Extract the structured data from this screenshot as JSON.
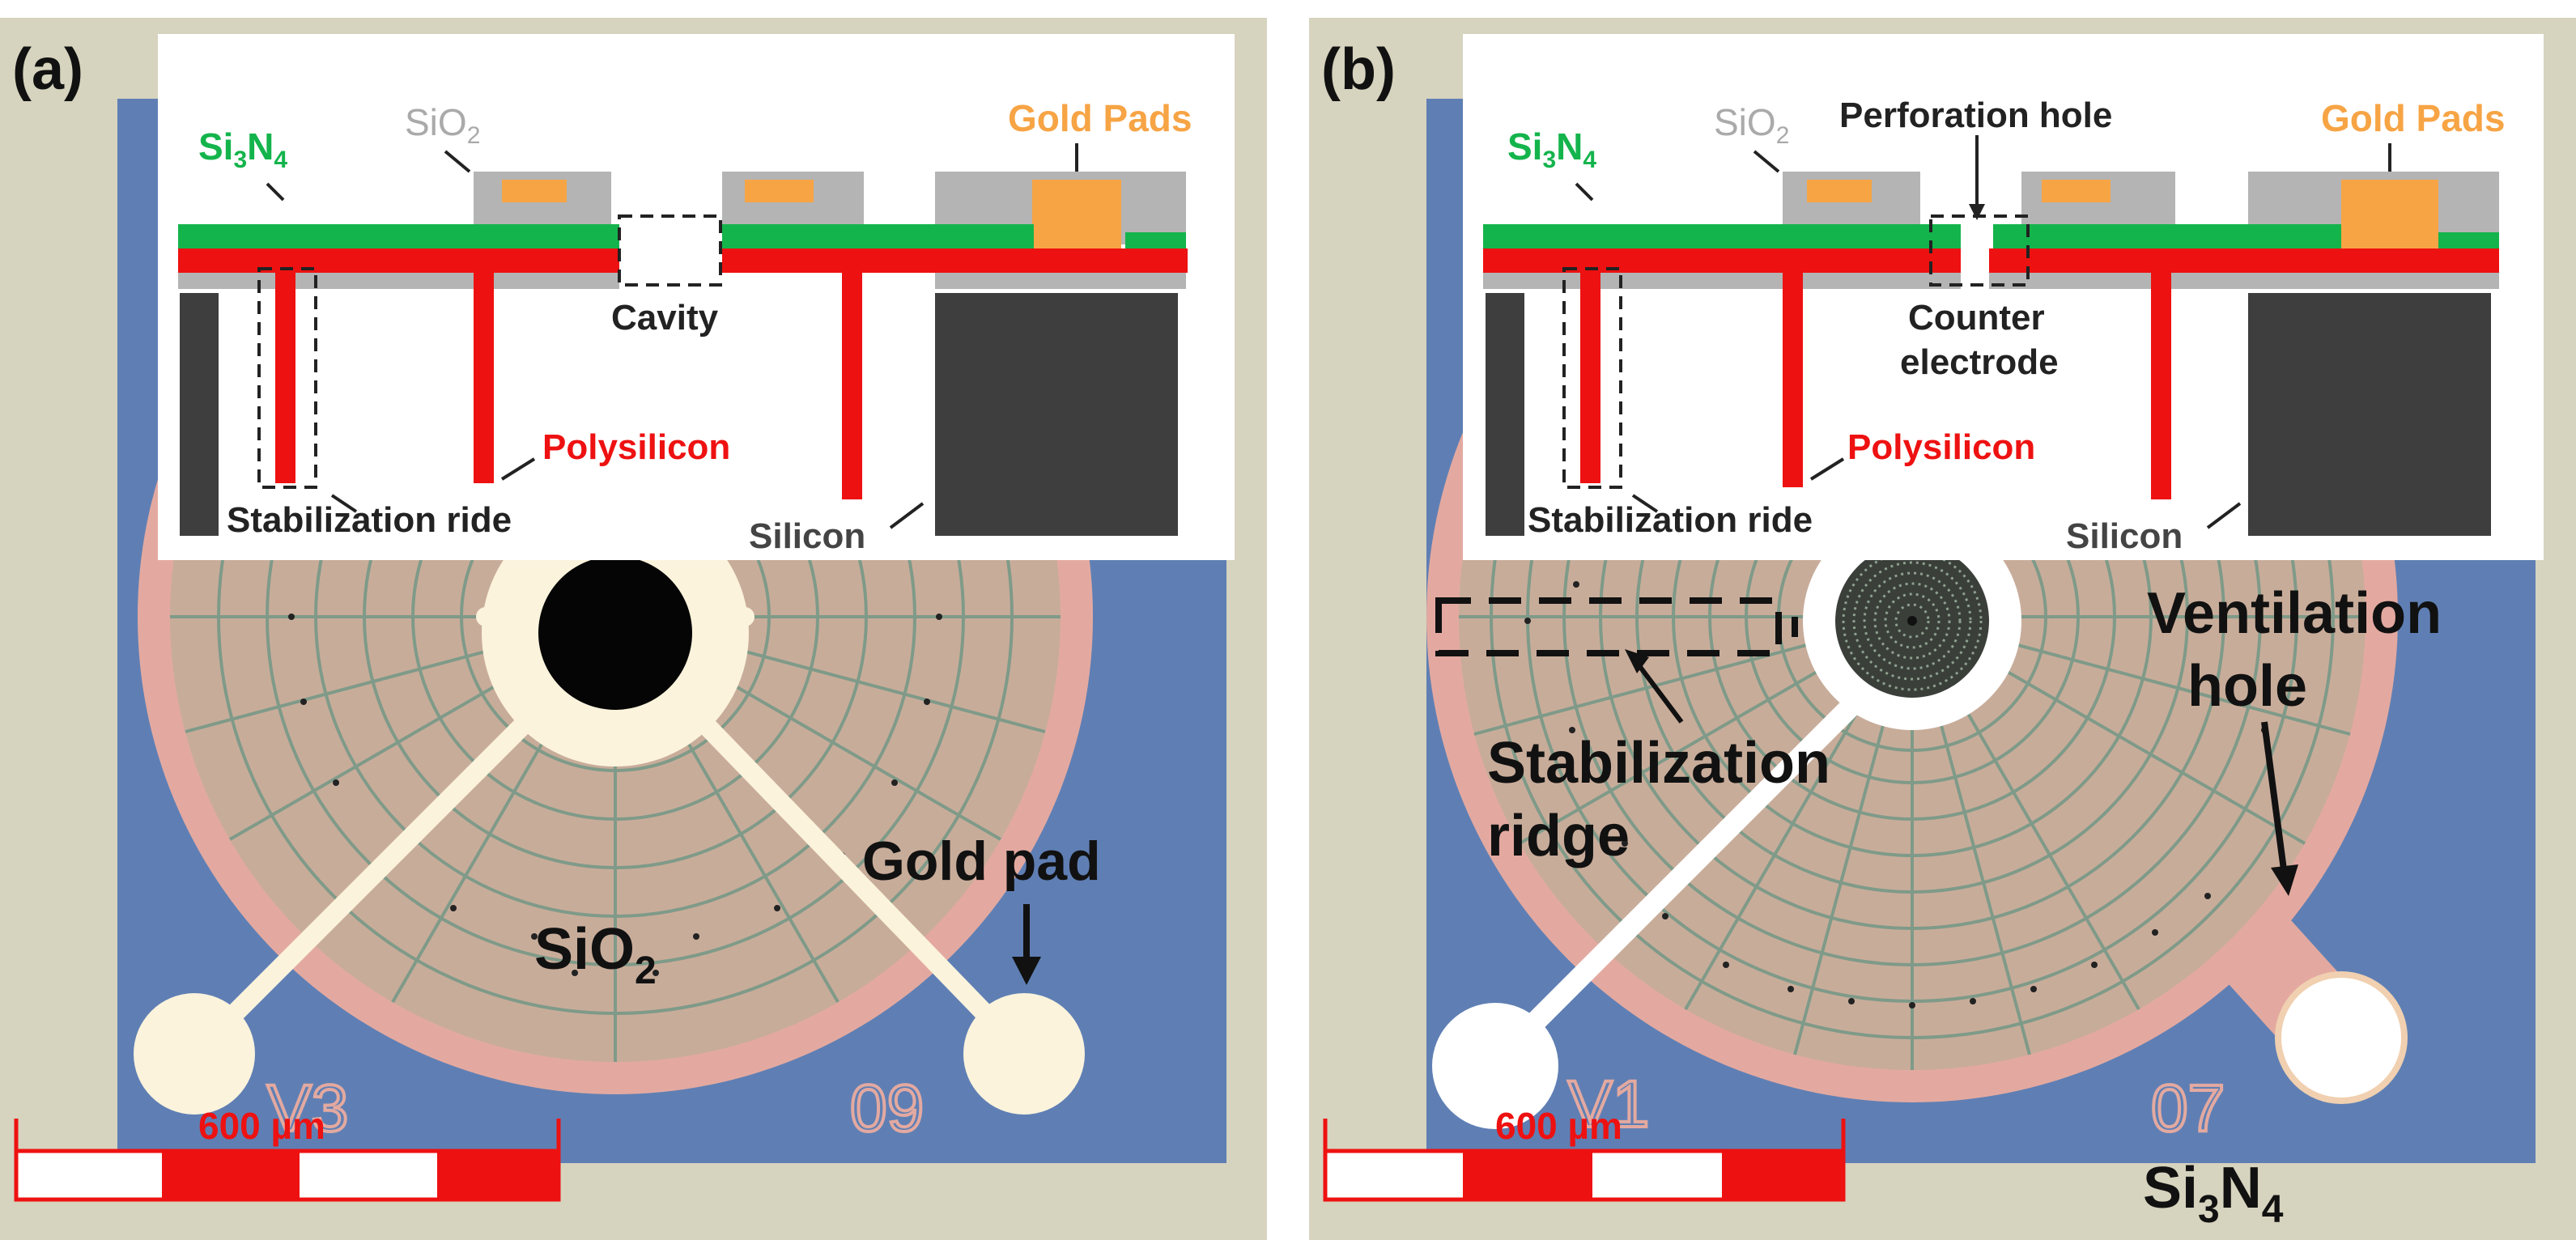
{
  "panel_a": {
    "label": "(a)",
    "inset": {
      "si3n4": {
        "main": "Si",
        "sub1": "3",
        "mid": "N",
        "sub2": "4"
      },
      "sio2": {
        "main": "SiO",
        "sub": "2"
      },
      "gold_pads": "Gold Pads",
      "cavity": "Cavity",
      "polysilicon": "Polysilicon",
      "stabilization_ride": "Stabilization ride",
      "silicon": "Silicon"
    },
    "chip_sio2": {
      "main": "SiO",
      "sub": "2"
    },
    "gold_pad": "Gold pad",
    "marking_left": "V3",
    "marking_right": "09",
    "scale_bar": "600 µm"
  },
  "panel_b": {
    "label": "(b)",
    "inset": {
      "si3n4": {
        "main": "Si",
        "sub1": "3",
        "mid": "N",
        "sub2": "4"
      },
      "sio2": {
        "main": "SiO",
        "sub": "2"
      },
      "gold_pads": "Gold Pads",
      "perforation_hole": "Perforation hole",
      "counter_line1": "Counter",
      "counter_line2": "electrode",
      "polysilicon": "Polysilicon",
      "stabilization_ride": "Stabilization ride",
      "silicon": "Silicon"
    },
    "ventilation_line1": "Ventilation",
    "ventilation_line2": "hole",
    "stabilization_line1": "Stabilization",
    "stabilization_line2": "ridge",
    "marking_left": "V1",
    "marking_right": "07",
    "scale_bar": "600 µm",
    "si3n4_label": {
      "main": "Si",
      "sub1": "3",
      "mid": "N",
      "sub2": "4"
    }
  },
  "colors": {
    "background": "#d6d3be",
    "chip_blue": "#5f7fb4",
    "membrane_tan": "#c8ac9a",
    "membrane_ring": "#e3a9a0",
    "gold_pad": "#fbf3dc",
    "si3n4_green": "#14b44c",
    "polysilicon_red": "#ee1111",
    "sio2_gray": "#b4b4b4",
    "gold_orange": "#f7a445",
    "silicon_dark": "#3e3e3e",
    "scale_red": "#ee1111"
  }
}
